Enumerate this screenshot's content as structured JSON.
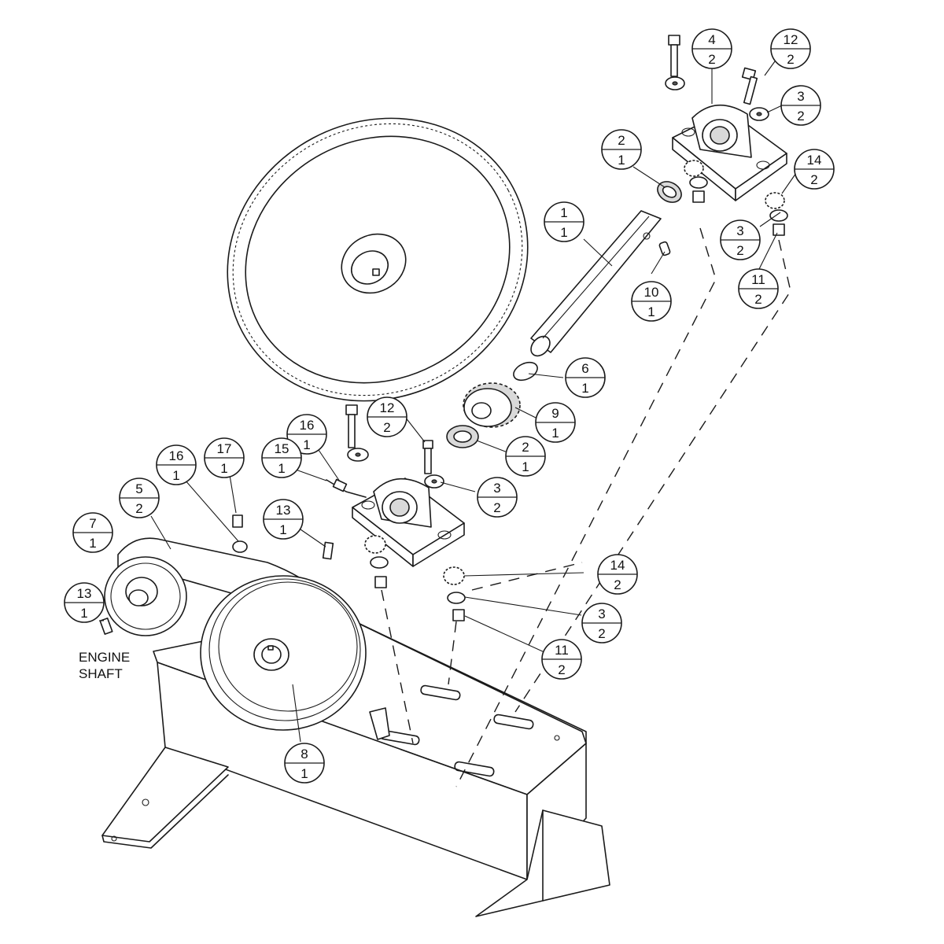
{
  "balloons": [
    {
      "id": "b-4-2",
      "item": "4",
      "qty": "2"
    },
    {
      "id": "b-12-2a",
      "item": "12",
      "qty": "2"
    },
    {
      "id": "b-3-2a",
      "item": "3",
      "qty": "2"
    },
    {
      "id": "b-2-1a",
      "item": "2",
      "qty": "1"
    },
    {
      "id": "b-14-2a",
      "item": "14",
      "qty": "2"
    },
    {
      "id": "b-1-1",
      "item": "1",
      "qty": "1"
    },
    {
      "id": "b-3-2b",
      "item": "3",
      "qty": "2"
    },
    {
      "id": "b-11-2a",
      "item": "11",
      "qty": "2"
    },
    {
      "id": "b-10-1",
      "item": "10",
      "qty": "1"
    },
    {
      "id": "b-6-1",
      "item": "6",
      "qty": "1"
    },
    {
      "id": "b-9-1",
      "item": "9",
      "qty": "1"
    },
    {
      "id": "b-12-2b",
      "item": "12",
      "qty": "2"
    },
    {
      "id": "b-16-1a",
      "item": "16",
      "qty": "1"
    },
    {
      "id": "b-2-1b",
      "item": "2",
      "qty": "1"
    },
    {
      "id": "b-15-1",
      "item": "15",
      "qty": "1"
    },
    {
      "id": "b-3-2c",
      "item": "3",
      "qty": "2"
    },
    {
      "id": "b-17-1",
      "item": "17",
      "qty": "1"
    },
    {
      "id": "b-16-1b",
      "item": "16",
      "qty": "1"
    },
    {
      "id": "b-13-1a",
      "item": "13",
      "qty": "1"
    },
    {
      "id": "b-5-2",
      "item": "5",
      "qty": "2"
    },
    {
      "id": "b-7-1",
      "item": "7",
      "qty": "1"
    },
    {
      "id": "b-14-2b",
      "item": "14",
      "qty": "2"
    },
    {
      "id": "b-3-2d",
      "item": "3",
      "qty": "2"
    },
    {
      "id": "b-13-1b",
      "item": "13",
      "qty": "1"
    },
    {
      "id": "b-11-2b",
      "item": "11",
      "qty": "2"
    },
    {
      "id": "b-8-1",
      "item": "8",
      "qty": "1"
    }
  ],
  "labels": {
    "engine_line1": "ENGINE",
    "engine_line2": "SHAFT"
  },
  "colors": {
    "line": "#1a1a1a",
    "background": "#ffffff"
  }
}
